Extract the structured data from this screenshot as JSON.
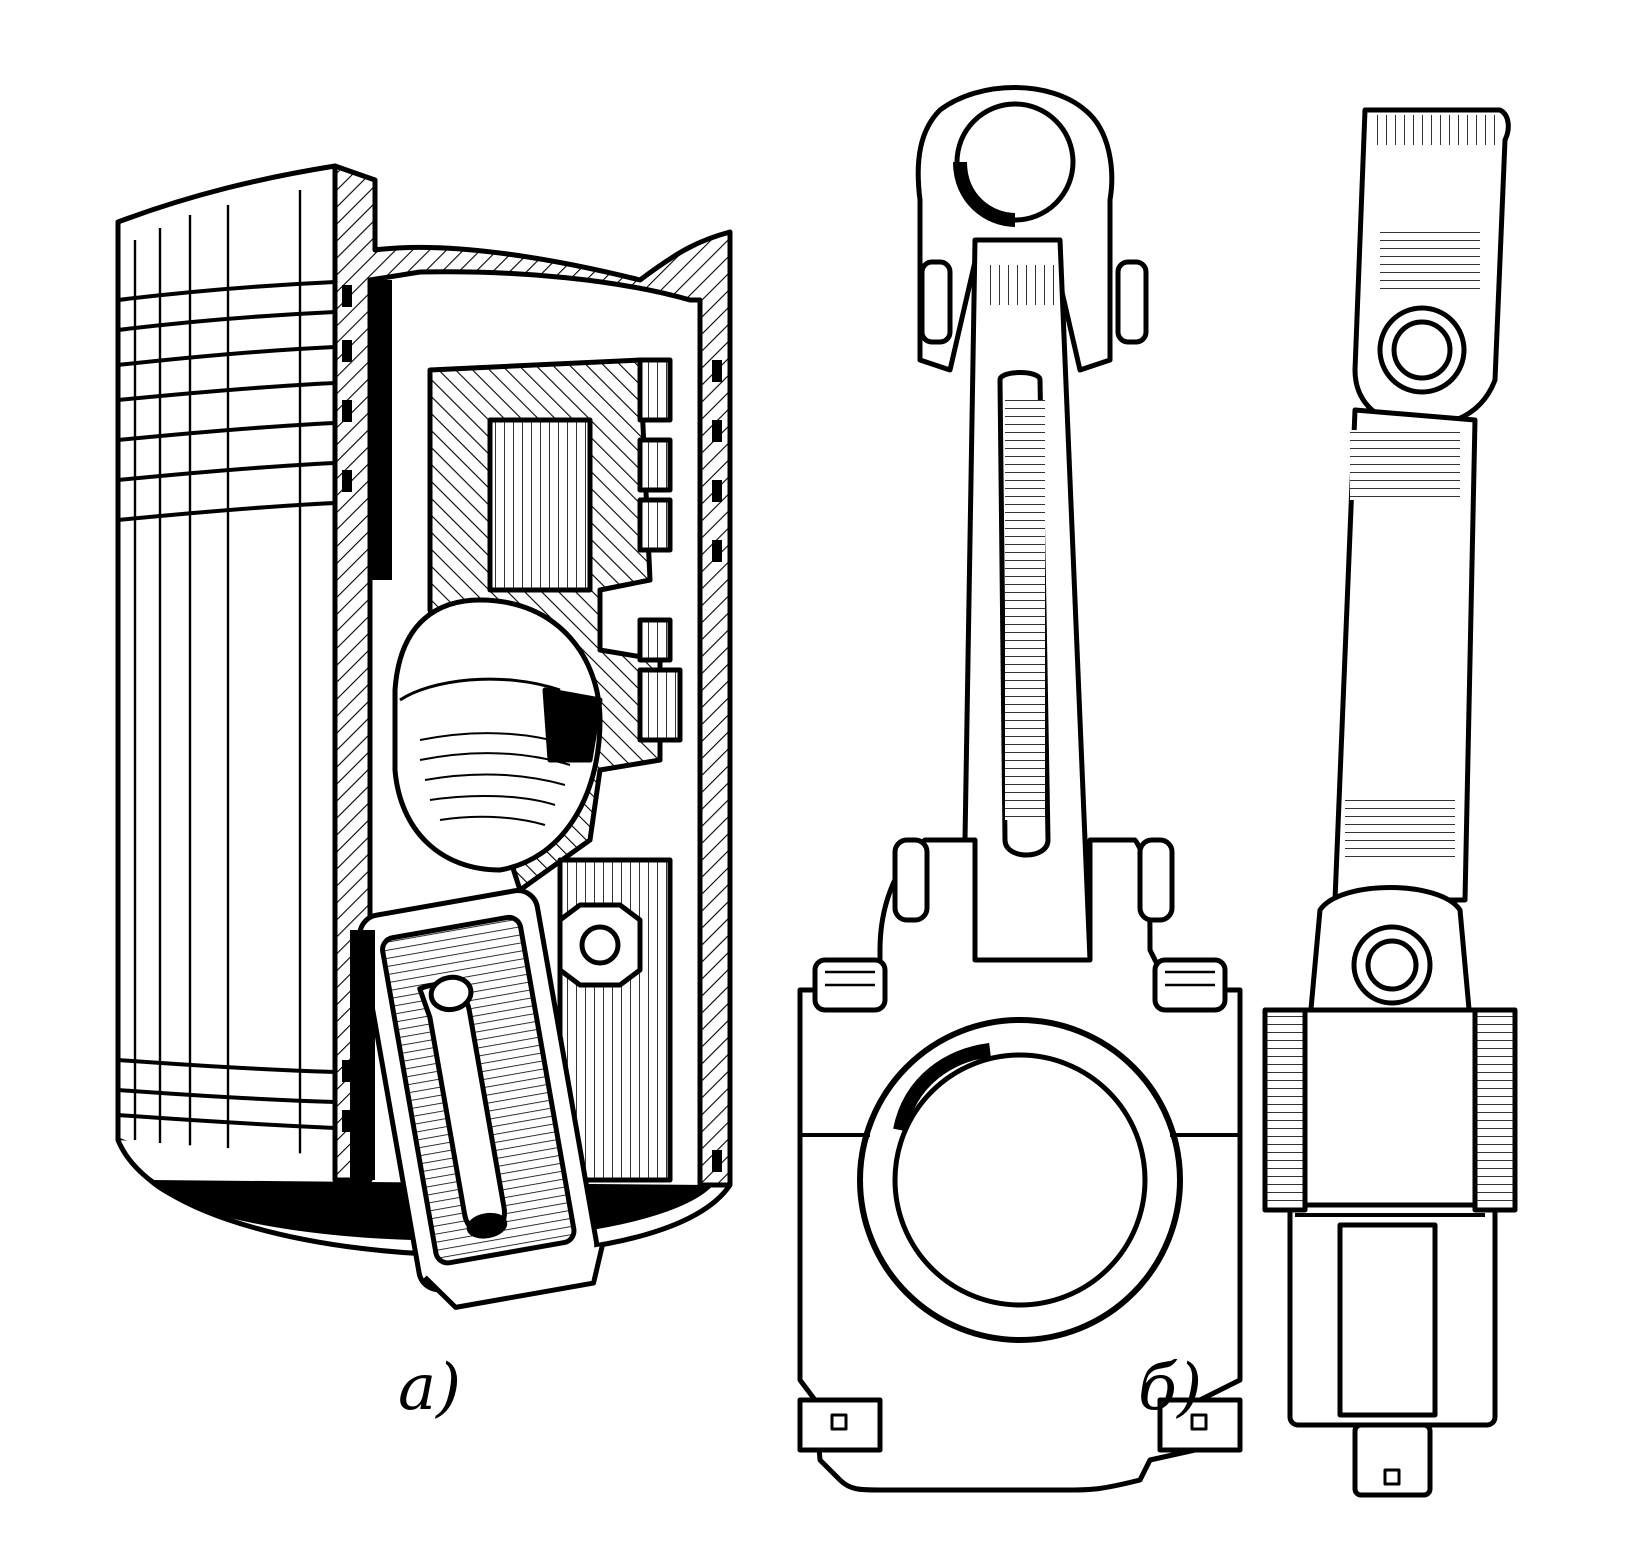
{
  "figure": {
    "captions": {
      "a": "а)",
      "b": "б)"
    },
    "colors": {
      "ink": "#000000",
      "paper": "#ffffff"
    },
    "parts": {
      "a": "piston-in-cylinder-liner-cutaway",
      "b_front": "connecting-rod-front-view",
      "b_side": "connecting-rod-side-view"
    }
  }
}
